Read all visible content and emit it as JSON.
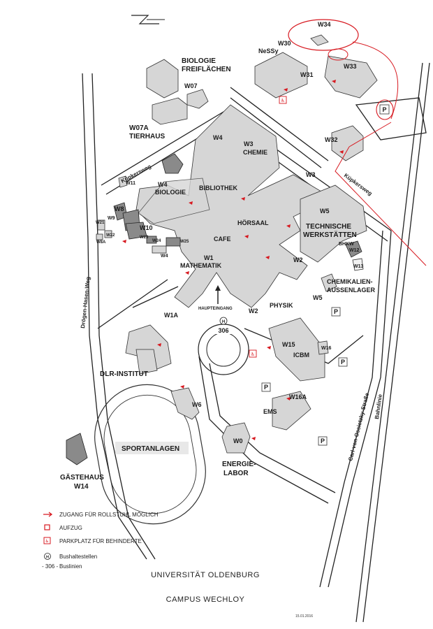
{
  "buildings": [
    {
      "id": "w34",
      "label": "W34"
    },
    {
      "id": "w30",
      "label": "W30"
    },
    {
      "id": "nessy",
      "label": "NeSSy"
    },
    {
      "id": "w33",
      "label": "W33"
    },
    {
      "id": "w31",
      "label": "W31"
    },
    {
      "id": "bio-frei-1",
      "label": "BIOLOGIE"
    },
    {
      "id": "bio-frei-2",
      "label": "FREIFLÄCHEN"
    },
    {
      "id": "w07",
      "label": "W07"
    },
    {
      "id": "w07a",
      "label": "W07A"
    },
    {
      "id": "tierhaus",
      "label": "TIERHAUS"
    },
    {
      "id": "w4-top",
      "label": "W4"
    },
    {
      "id": "w3-top",
      "label": "W3"
    },
    {
      "id": "chemie",
      "label": "CHEMIE"
    },
    {
      "id": "w32",
      "label": "W32"
    },
    {
      "id": "w11",
      "label": "W11"
    },
    {
      "id": "w4-bio",
      "label": "W4"
    },
    {
      "id": "biologie",
      "label": "BIOLOGIE"
    },
    {
      "id": "bibliothek",
      "label": "BIBLIOTHEK"
    },
    {
      "id": "w3-right",
      "label": "W3"
    },
    {
      "id": "w8",
      "label": "W8"
    },
    {
      "id": "w9",
      "label": "W9"
    },
    {
      "id": "w21",
      "label": "W21"
    },
    {
      "id": "w22",
      "label": "W22"
    },
    {
      "id": "w8a",
      "label": "W8A"
    },
    {
      "id": "w10",
      "label": "W10"
    },
    {
      "id": "w23",
      "label": "W23"
    },
    {
      "id": "w24",
      "label": "W24"
    },
    {
      "id": "w25",
      "label": "W25"
    },
    {
      "id": "w4-small",
      "label": "W4"
    },
    {
      "id": "w5",
      "label": "W5"
    },
    {
      "id": "tech-1",
      "label": "TECHNISCHE"
    },
    {
      "id": "tech-2",
      "label": "WERKSTÄTTEN"
    },
    {
      "id": "bhkw",
      "label": "BHKW"
    },
    {
      "id": "w12",
      "label": "W12"
    },
    {
      "id": "w13",
      "label": "W13"
    },
    {
      "id": "hoersaal",
      "label": "HÖRSAAL"
    },
    {
      "id": "cafe",
      "label": "CAFE"
    },
    {
      "id": "w1",
      "label": "W1"
    },
    {
      "id": "mathematik",
      "label": "MATHEMATIK"
    },
    {
      "id": "w2-right",
      "label": "W2"
    },
    {
      "id": "chem-1",
      "label": "CHEMIKALIEN-"
    },
    {
      "id": "chem-2",
      "label": "AUSSENLAGER"
    },
    {
      "id": "w5-small",
      "label": "W5"
    },
    {
      "id": "physik",
      "label": "PHYSIK"
    },
    {
      "id": "haupteingang",
      "label": "HAUPTEINGANG"
    },
    {
      "id": "w1a",
      "label": "W1A"
    },
    {
      "id": "w2-low",
      "label": "W2"
    },
    {
      "id": "w15",
      "label": "W15"
    },
    {
      "id": "w16",
      "label": "W16"
    },
    {
      "id": "icbm",
      "label": "ICBM"
    },
    {
      "id": "dlr",
      "label": "DLR-INSTITUT"
    },
    {
      "id": "w6",
      "label": "W6"
    },
    {
      "id": "w16a",
      "label": "W16A"
    },
    {
      "id": "ems",
      "label": "EMS"
    },
    {
      "id": "w0",
      "label": "W0"
    },
    {
      "id": "energie-1",
      "label": "ENERGIE-"
    },
    {
      "id": "energie-2",
      "label": "LABOR"
    },
    {
      "id": "sportanlagen",
      "label": "SPORTANLAGEN"
    },
    {
      "id": "gaestehaus",
      "label": "GÄSTEHAUS"
    },
    {
      "id": "w14",
      "label": "W14"
    }
  ],
  "streets": {
    "kupkersweg_left": "Küpkersweg",
    "kupkersweg_right": "Küpkersweg",
    "droegen": "Drögen-Hasen-Weg",
    "carl": "Carl-von-Ossietzky-Straße",
    "bahnlinie": "Bahnlinie"
  },
  "bus": {
    "line": "306",
    "stop_symbol": "H"
  },
  "parking_symbol": "P",
  "legend": {
    "items": [
      {
        "symbol": "arrow",
        "text": "ZUGANG FÜR ROLLSTUHL MÖGLICH"
      },
      {
        "symbol": "square",
        "text": "AUFZUG"
      },
      {
        "symbol": "wheelchair",
        "text": "PARKPLATZ FÜR BEHINDERTE"
      },
      {
        "symbol": "H",
        "text": "Bushaltestellen"
      },
      {
        "symbol": "- 306 -",
        "text": "Buslinien"
      }
    ]
  },
  "title": {
    "line1": "UNIVERSITÄT OLDENBURG",
    "line2": "CAMPUS WECHLOY"
  },
  "date": "15.01.2016",
  "colors": {
    "accent": "#d71920",
    "building": "#d6d6d6",
    "building_dark": "#8a8a8a"
  }
}
